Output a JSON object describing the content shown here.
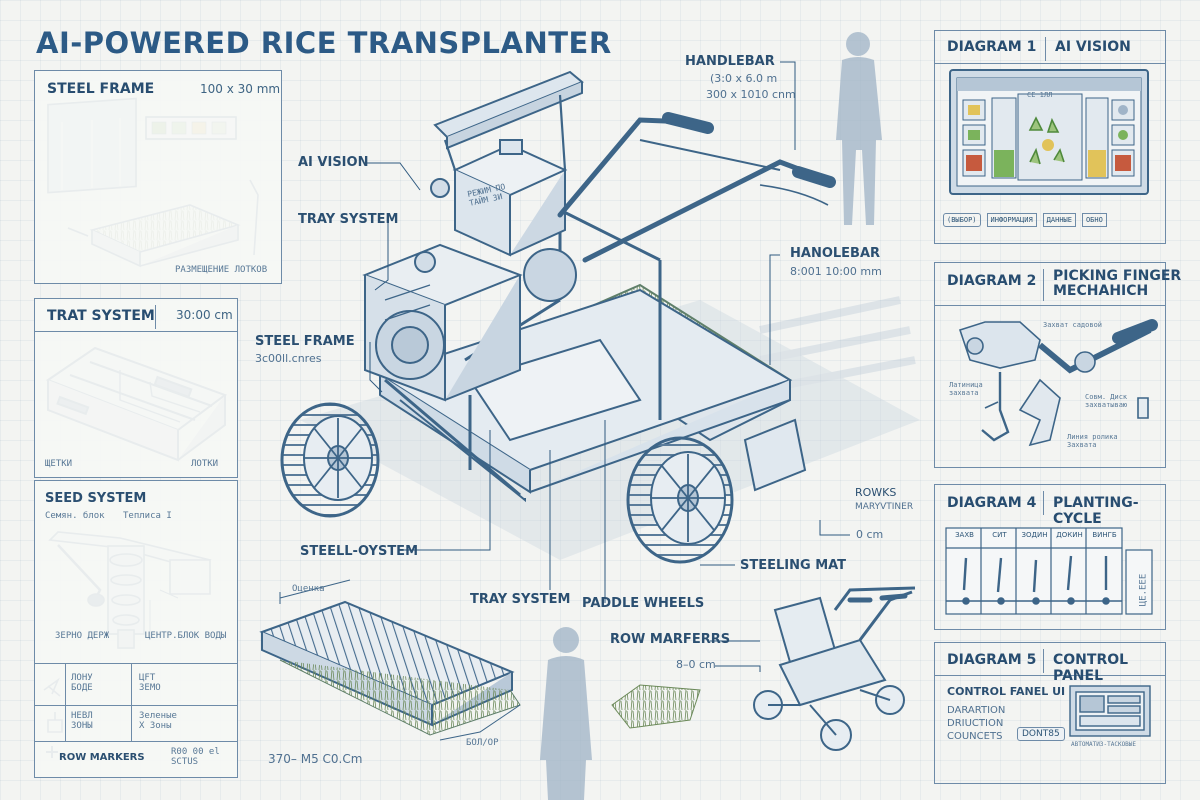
{
  "title": "AI-POWERED RICE TRANSPLANTER",
  "colors": {
    "ink": "#2d5577",
    "line": "#6e8ba8",
    "accent_green": "#7bb35c",
    "accent_yellow": "#e1c35a",
    "accent_red": "#c65a3e",
    "background": "#f3f4f2"
  },
  "left_panels": {
    "steel_frame": {
      "title": "STEEL FRAME",
      "dimension": "100 x 30 mm",
      "caption": "РАЗМЕЩЕНИЕ ЛОТКОВ"
    },
    "trat_system": {
      "title": "TRAT SYSTEM",
      "dimension": "30:00 cm",
      "caption_left": "ЩЕТКИ",
      "caption_right": "ЛОТКИ"
    },
    "seed_system": {
      "title": "SEED SYSTEM",
      "sub_left": "Семян. блок",
      "sub_right": "Теплиса I",
      "caption_left": "ЗЕРНО ДЕРЖ",
      "caption_right": "ЦЕНТР.БЛОК ВОДЫ",
      "rows": [
        {
          "icon": "arrow-icon",
          "left": "ЛОНУ\nБОДЕ",
          "right": "ЦFT\nЗЕМО"
        },
        {
          "icon": "seedling-icon",
          "left": "НЕВЛ\nЗОНЫ",
          "right": "Зеленые\nХ Зоны"
        }
      ],
      "row_markers": "ROW MARKERS",
      "row_markers_value": "R00 00 el\nSCTUS"
    }
  },
  "center_labels": {
    "handlebar_top": {
      "title": "HANDLEBAR",
      "line1": "(3:0 x 6.0 m",
      "line2": "300 x 1010 cnm"
    },
    "ai_vision": "AI VISION",
    "tray_system_left": "TRAY SYSTEM",
    "hanolebar": {
      "title": "HANOLEBAR",
      "line1": "8:001 10:00 mm"
    },
    "steel_frame": {
      "title": "STEEL FRAME",
      "line1": "3c00ll.cnres"
    },
    "rowks": {
      "title": "ROWKS",
      "line1": "MARYVTINER"
    },
    "zero_cm": "0 cm",
    "steeloystem": "STEELL-OYSTEM",
    "steeling_mat": "STEELING MAT",
    "tray_system_bottom": "TRAY SYSTEM",
    "paddle_wheels": "PADDLE WHEELS",
    "row_marferrs": "ROW MARFERRS",
    "row_marferrs_sub": "8–0 cm",
    "mat_dim": "370– M5 C0.Cm",
    "mat_tag_top": "Оценка",
    "mat_tag_bottom": "БОЛ/ОР",
    "machine_screen_text": "РЕЖИМ ПО\nТАЙМ 3И"
  },
  "right_panels": {
    "diagram1": {
      "num": "DIAGRAM 1",
      "name": "AI VISION",
      "buttons": [
        "(ВЫБОР)",
        "ИНФОРМАЦИЯ",
        "ДАННЫЕ",
        "ОБНО"
      ],
      "screen_header": "CЕ 1ЛЛ"
    },
    "diagram2": {
      "num": "DIAGRAM 2",
      "name": "PICKING FINGER\nMECHAHICH",
      "note_top": "Захват садовой",
      "note_left": "Латиница\nзахвата",
      "note_right": "Совм. Диск\nзахватываю",
      "note_bottom": "Линия ролика\nЗахвата"
    },
    "diagram4": {
      "num": "DIAGRAM 4",
      "name": "PLANTING-CYCLE",
      "columns": [
        "ЗАХВ",
        "СИТ",
        "ЗОДИН",
        "ДОКИН",
        "ВИНГБ"
      ],
      "side": "ЦЕ.ЕЕЕ"
    },
    "diagram5": {
      "num": "DIAGRAM 5",
      "name": "CONTROL PANEL",
      "label": "CONTROL FANEL UI",
      "lines": [
        "DARARTION",
        "DRIUCTION",
        "COUNCETS"
      ],
      "button": "DONT85",
      "caption": "АВТОМАТИЗ-ТАСКОВЫЕ"
    }
  }
}
